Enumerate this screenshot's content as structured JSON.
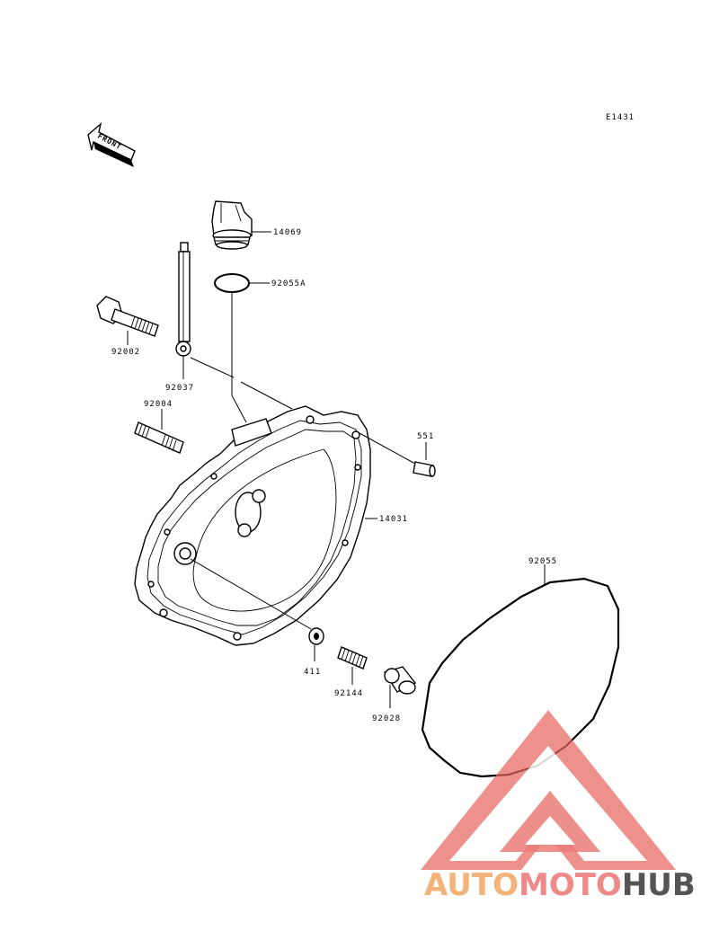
{
  "diagram_id": "E1431",
  "front_label": "FRONT",
  "parts": {
    "p14069": "14069",
    "p92055A": "92055A",
    "p92002": "92002",
    "p92037": "92037",
    "p92004": "92004",
    "p551": "551",
    "p14031": "14031",
    "p92055": "92055",
    "p411": "411",
    "p92144": "92144",
    "p92028": "92028"
  },
  "watermark": {
    "part1": "AUTO",
    "part2": "MOTO",
    "part3": "HUB",
    "colors": {
      "auto": "#f3b47a",
      "moto": "#ef8a8a",
      "hub": "#555555",
      "triangle": "#e8665f"
    }
  }
}
